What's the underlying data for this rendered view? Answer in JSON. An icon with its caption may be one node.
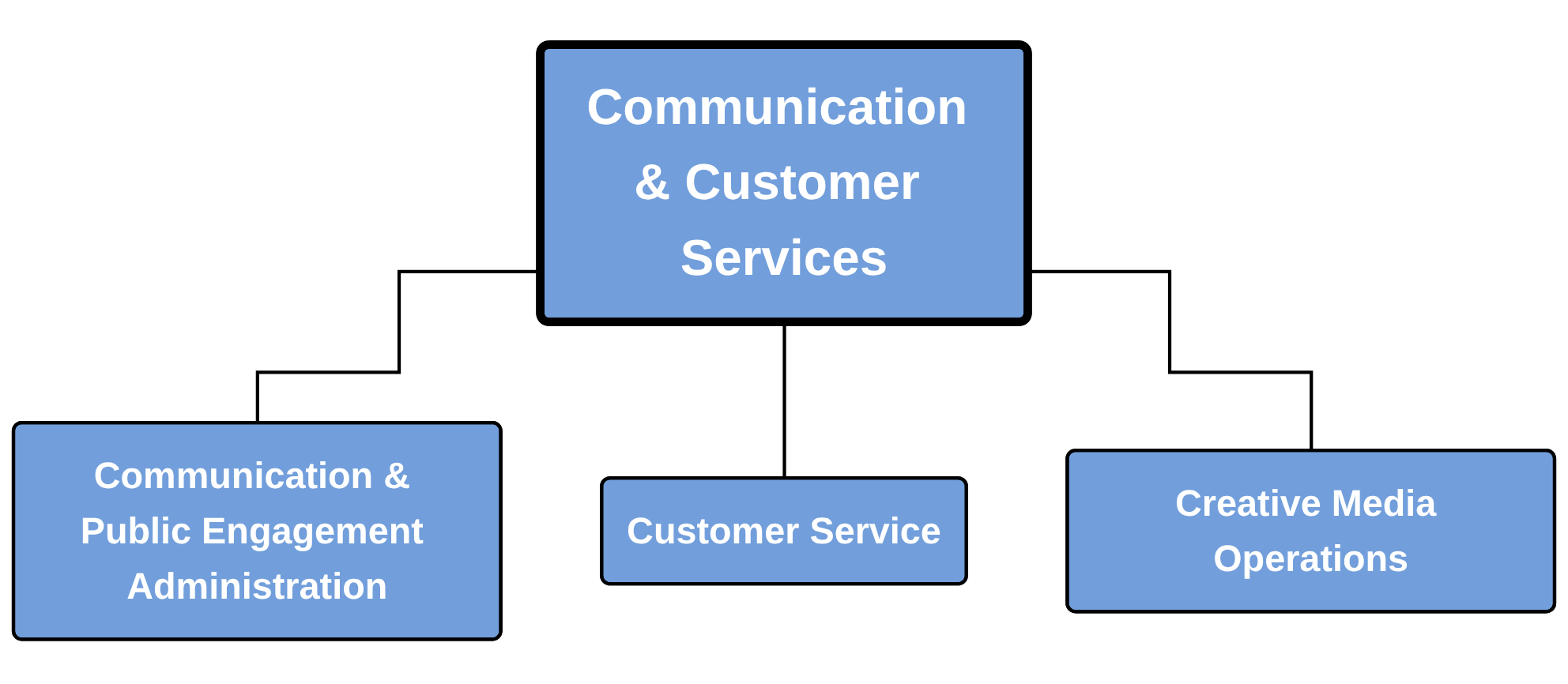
{
  "diagram": {
    "nodes": [
      {
        "text": [
          "Communication & Customer Services"
        ]
      },
      {
        "text": [
          "Communication & Public Engagement Administration"
        ]
      },
      {
        "text": [
          "Customer Service"
        ]
      },
      {
        "text": [
          "Creative Media Operations"
        ]
      }
    ],
    "edges": [
      {
        "from": 0,
        "to": 1,
        "arrow": "none"
      },
      {
        "from": 0,
        "to": 2,
        "arrow": "none"
      },
      {
        "from": 0,
        "to": 3,
        "arrow": "none"
      }
    ]
  }
}
